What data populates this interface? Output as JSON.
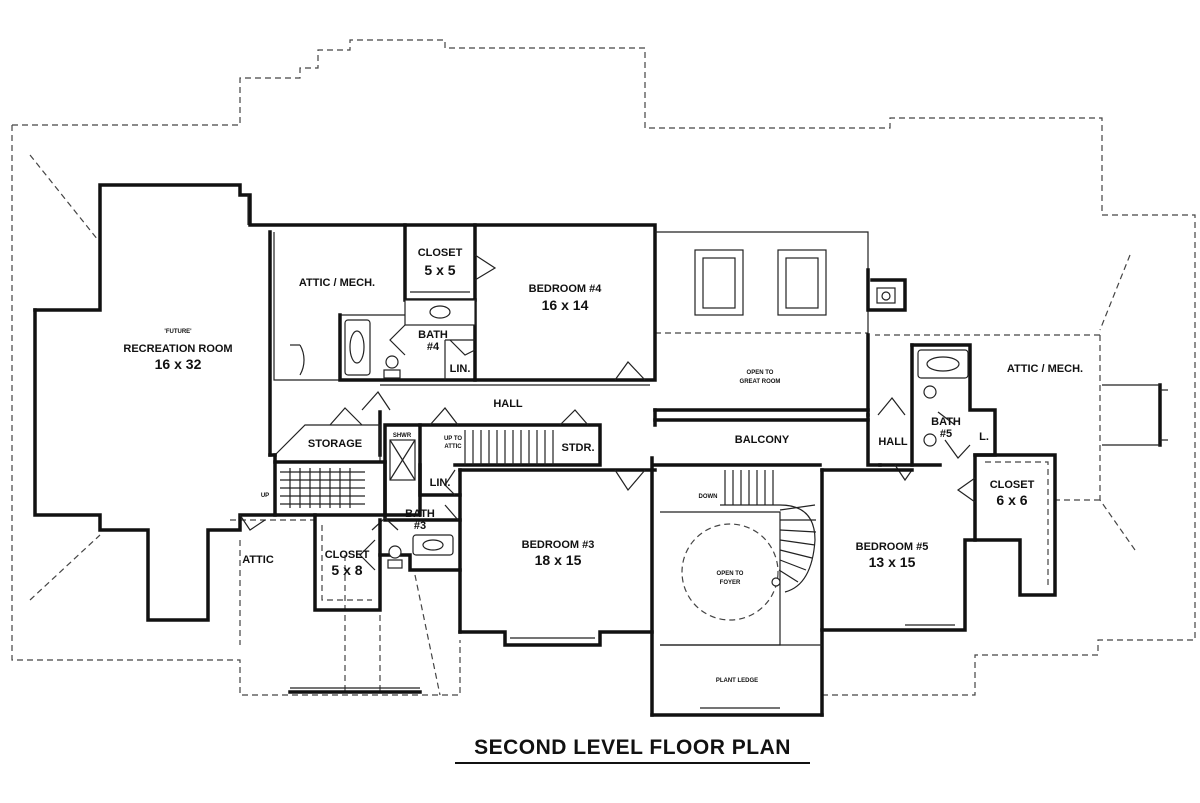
{
  "title": "SECOND LEVEL FLOOR PLAN",
  "rooms": {
    "recreation_future": "'FUTURE'",
    "recreation_name": "RECREATION ROOM",
    "recreation_dim": "16 x 32",
    "attic_mech_left": "ATTIC / MECH.",
    "closet_top_name": "CLOSET",
    "closet_top_dim": "5 x 5",
    "bedroom4_name": "BEDROOM #4",
    "bedroom4_dim": "16 x 14",
    "bath4_name": "BATH",
    "bath4_num": "#4",
    "lin_top": "LIN.",
    "open_great_1": "OPEN TO",
    "open_great_2": "GREAT ROOM",
    "hall_top": "HALL",
    "storage": "STORAGE",
    "shower": "SHWR",
    "up_attic_1": "UP TO",
    "up_attic_2": "ATTIC",
    "stdr": "STDR.",
    "up_small": "UP",
    "balcony": "BALCONY",
    "hall_right": "HALL",
    "attic_mech_right": "ATTIC / MECH.",
    "bath5_name": "BATH",
    "bath5_num": "#5",
    "lin_right": "L.",
    "closet_right_name": "CLOSET",
    "closet_right_dim": "6 x 6",
    "lin_mid": "LIN.",
    "bath3_name": "BATH",
    "bath3_num": "#3",
    "bedroom3_name": "BEDROOM #3",
    "bedroom3_dim": "18 x 15",
    "down": "DOWN",
    "open_foyer_1": "OPEN TO",
    "open_foyer_2": "FOYER",
    "bedroom5_name": "BEDROOM #5",
    "bedroom5_dim": "13 x 15",
    "attic_small": "ATTIC",
    "closet_low_name": "CLOSET",
    "closet_low_dim": "5 x 8",
    "plant_ledge": "PLANT LEDGE"
  }
}
